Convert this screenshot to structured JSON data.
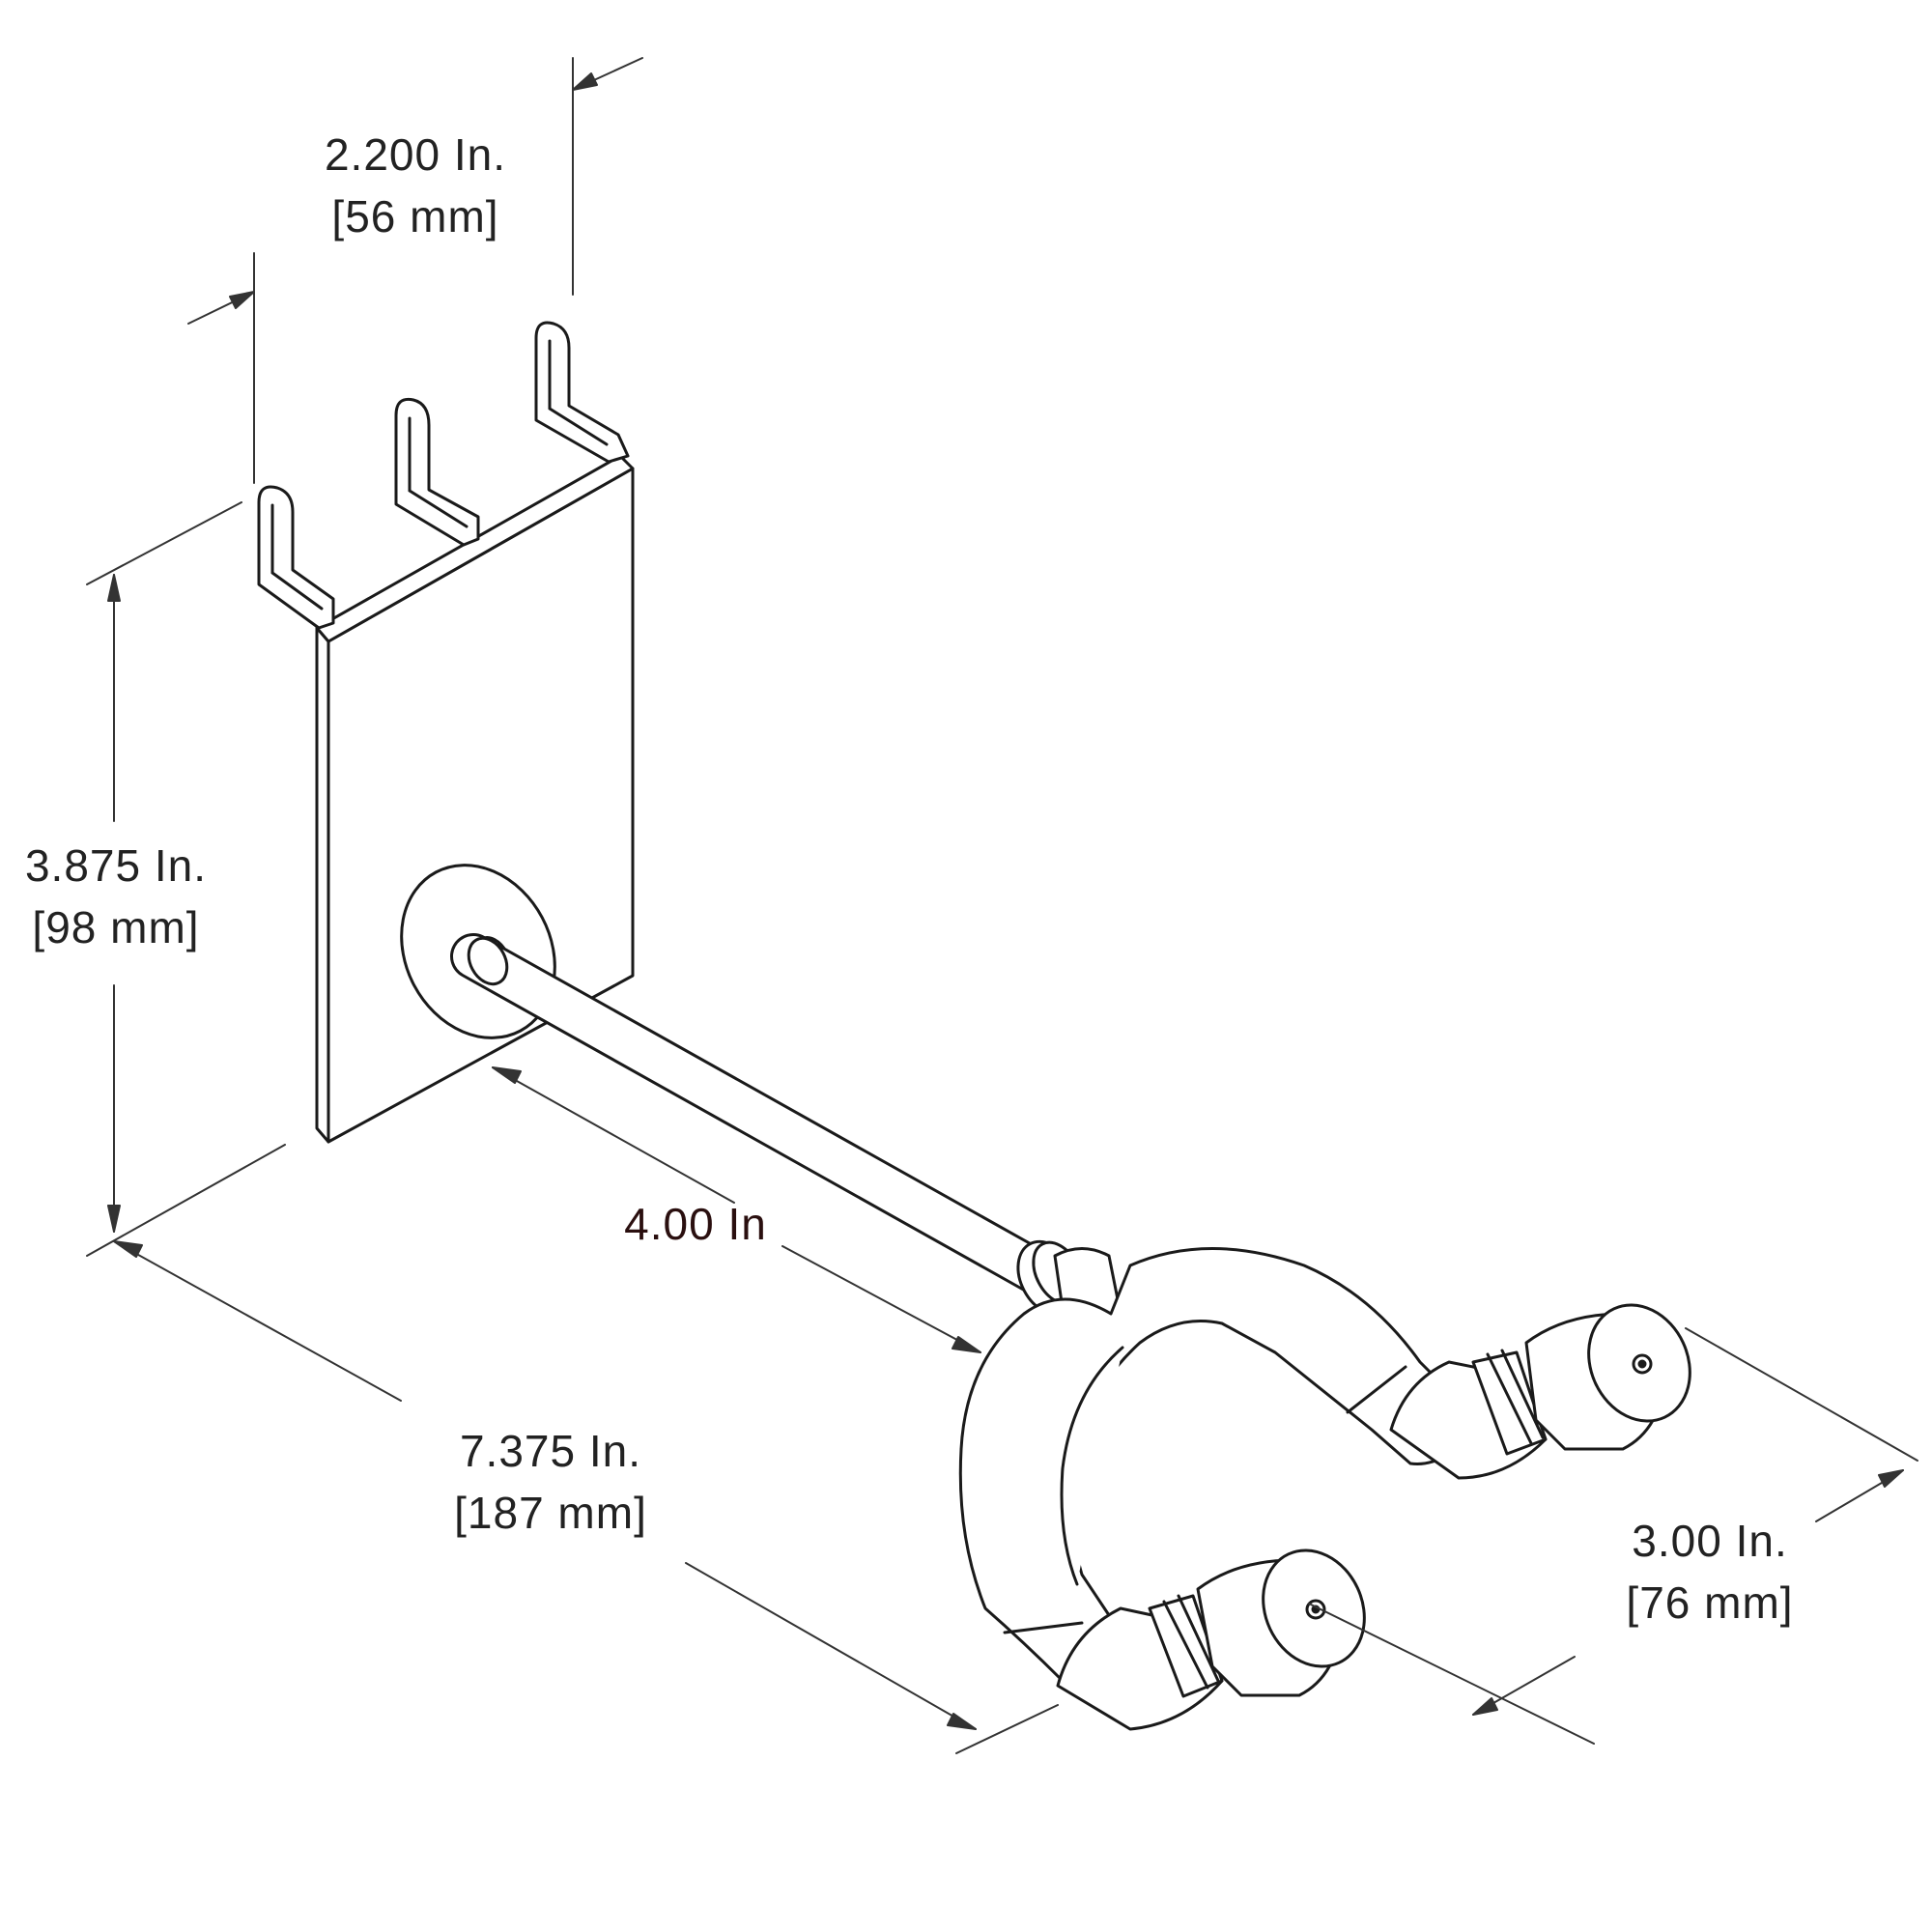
{
  "drawing": {
    "line_color": "#1a1a1a",
    "fill_color": "#ffffff"
  },
  "dimensions": {
    "width": {
      "imperial": "2.200 In.",
      "metric": "[56 mm]"
    },
    "height": {
      "imperial": "3.875 In.",
      "metric": "[98 mm]"
    },
    "overall_length": {
      "imperial": "7.375 In.",
      "metric": "[187 mm]"
    },
    "arm_length": {
      "imperial": "4.00 In"
    },
    "hook_spread": {
      "imperial": "3.00 In.",
      "metric": "[76 mm]"
    }
  }
}
